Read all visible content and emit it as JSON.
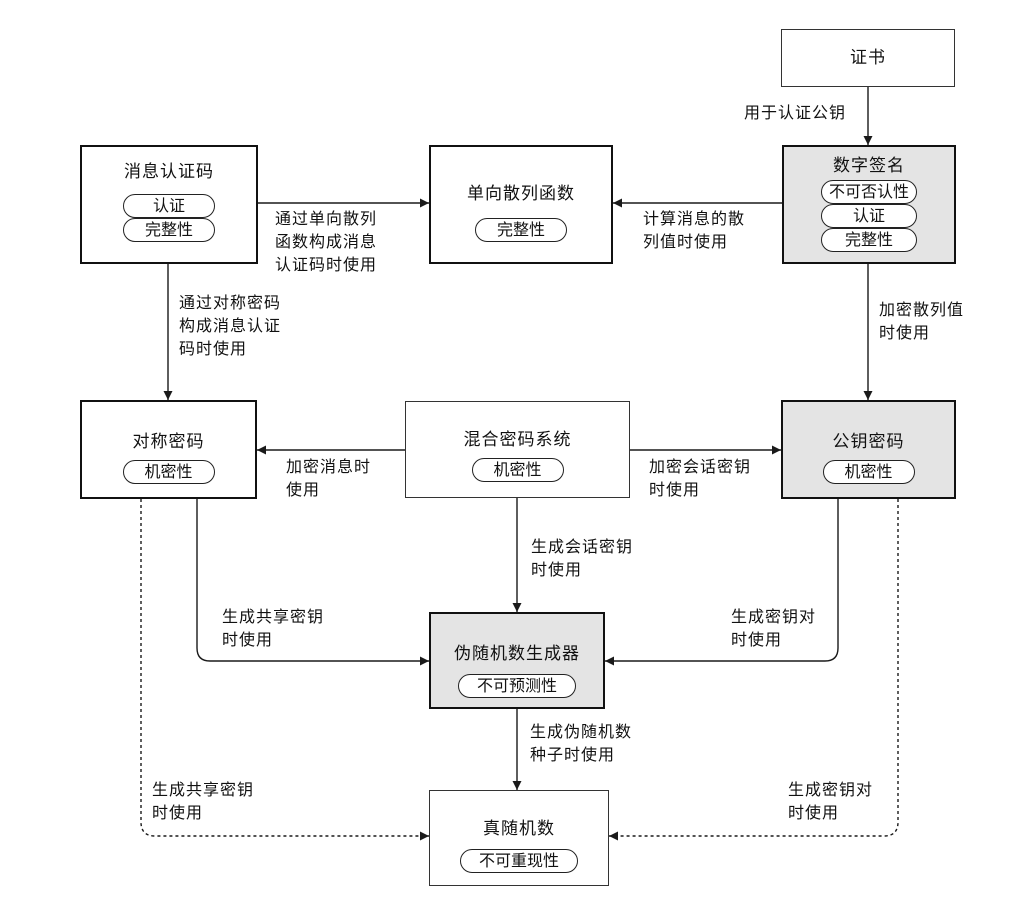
{
  "nodes": {
    "certificate": {
      "title": "证书"
    },
    "mac": {
      "title": "消息认证码",
      "props": [
        "认证",
        "完整性"
      ]
    },
    "hash": {
      "title": "单向散列函数",
      "props": [
        "完整性"
      ]
    },
    "signature": {
      "title": "数字签名",
      "props": [
        "不可否认性",
        "认证",
        "完整性"
      ]
    },
    "symmetric": {
      "title": "对称密码",
      "props": [
        "机密性"
      ]
    },
    "hybrid": {
      "title": "混合密码系统",
      "props": [
        "机密性"
      ]
    },
    "public_key": {
      "title": "公钥密码",
      "props": [
        "机密性"
      ]
    },
    "prng": {
      "title": "伪随机数生成器",
      "props": [
        "不可预测性"
      ]
    },
    "trng": {
      "title": "真随机数",
      "props": [
        "不可重现性"
      ]
    }
  },
  "edges": {
    "cert_to_signature": [
      "用于认证公钥"
    ],
    "mac_to_hash": [
      "通过单向散列",
      "函数构成消息",
      "认证码时使用"
    ],
    "signature_to_hash": [
      "计算消息的散",
      "列值时使用"
    ],
    "mac_to_symmetric": [
      "通过对称密码",
      "构成消息认证",
      "码时使用"
    ],
    "signature_to_public": [
      "加密散列值",
      "时使用"
    ],
    "hybrid_to_symmetric": [
      "加密消息时",
      "使用"
    ],
    "hybrid_to_public": [
      "加密会话密钥",
      "时使用"
    ],
    "hybrid_to_prng": [
      "生成会话密钥",
      "时使用"
    ],
    "symmetric_to_prng": [
      "生成共享密钥",
      "时使用"
    ],
    "public_to_prng": [
      "生成密钥对",
      "时使用"
    ],
    "prng_to_trng": [
      "生成伪随机数",
      "种子时使用"
    ],
    "symmetric_to_trng": [
      "生成共享密钥",
      "时使用"
    ],
    "public_to_trng": [
      "生成密钥对",
      "时使用"
    ]
  },
  "colors": {
    "line": "#1a1a1a",
    "gray_fill": "#e4e4e4"
  }
}
